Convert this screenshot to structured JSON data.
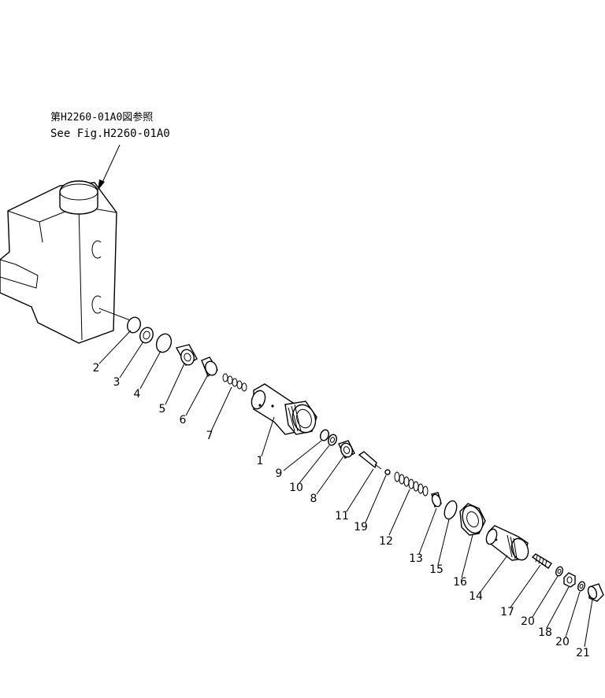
{
  "reference_note": {
    "japanese": "第H2260-01A0図参照",
    "english": "See Fig.H2260-01A0"
  },
  "callouts": {
    "c1": "1",
    "c2": "2",
    "c3": "3",
    "c4": "4",
    "c5": "5",
    "c6": "6",
    "c7": "7",
    "c8": "8",
    "c9": "9",
    "c10": "10",
    "c11": "11",
    "c12": "12",
    "c13": "13",
    "c14": "14",
    "c15": "15",
    "c16": "16",
    "c17": "17",
    "c18": "18",
    "c19": "19",
    "c20a": "20",
    "c20b": "20",
    "c21": "21"
  }
}
